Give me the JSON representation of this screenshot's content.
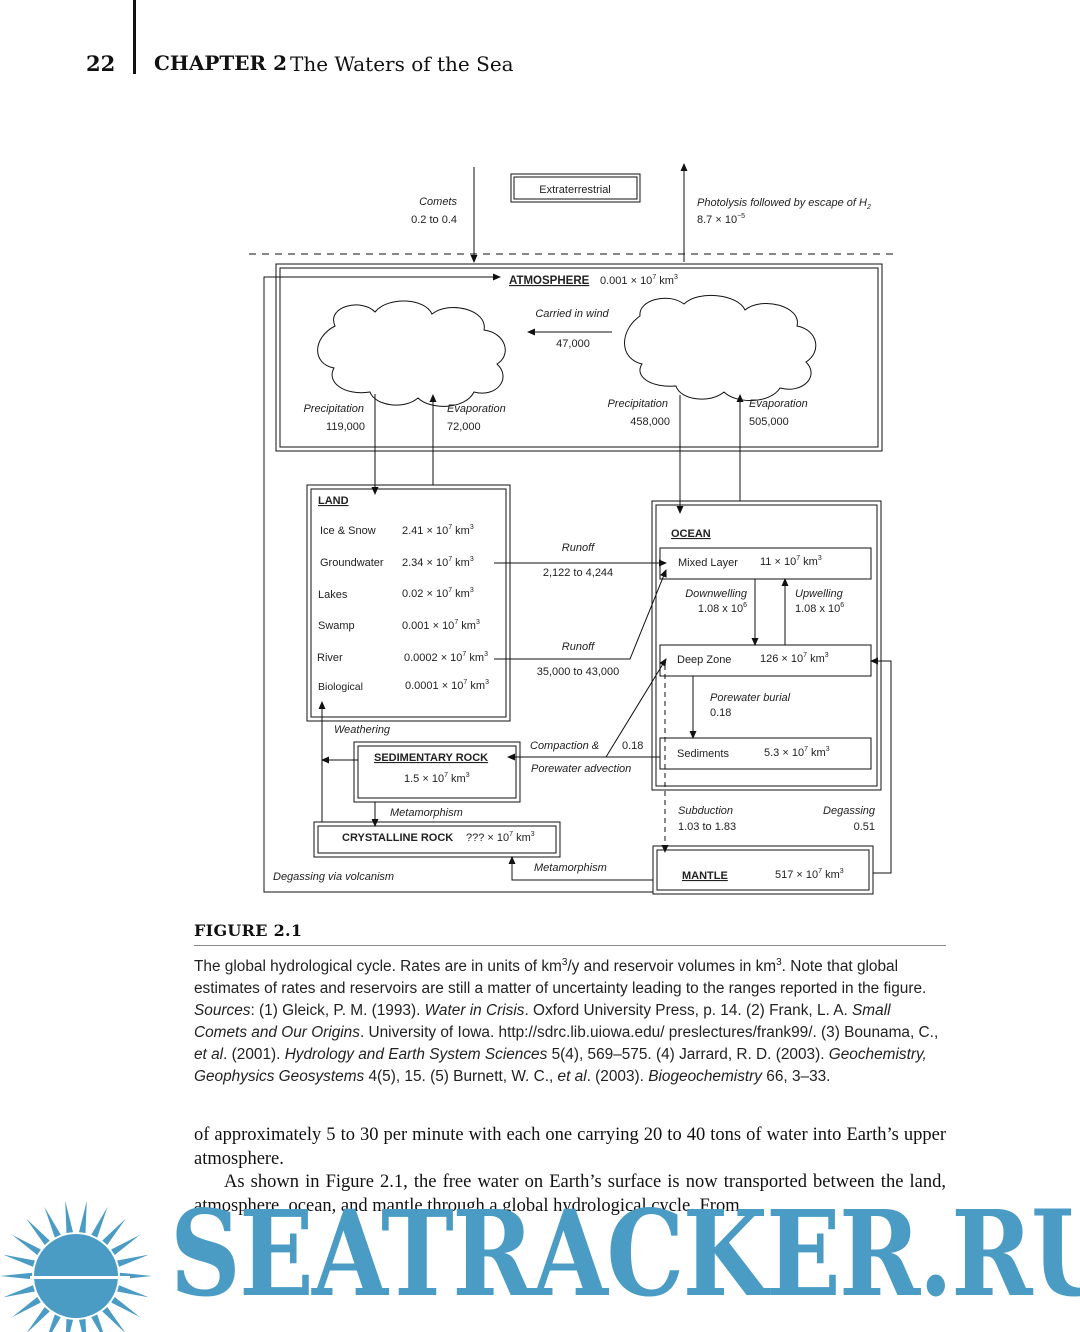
{
  "header": {
    "page_number": "22",
    "chapter_label": "CHAPTER 2",
    "chapter_title": "The Waters of the Sea"
  },
  "diagram": {
    "extraterrestrial": "Extraterrestrial",
    "comets_label": "Comets",
    "comets_rate": "0.2 to 0.4",
    "photolysis_label": "Photolysis followed by escape of H",
    "photolysis_sub": "2",
    "photolysis_rate": "8.7 × 10",
    "photolysis_exp": "−5",
    "atmosphere": {
      "name": "ATMOSPHERE",
      "volume": "0.001 × 10",
      "exp": "7",
      "unit": " km",
      "unit_exp": "3"
    },
    "wind_label": "Carried in wind",
    "wind_rate": "47,000",
    "land_precip_label": "Precipitation",
    "land_precip_rate": "119,000",
    "land_evap_label": "Evaporation",
    "land_evap_rate": "72,000",
    "ocean_precip_label": "Precipitation",
    "ocean_precip_rate": "458,000",
    "ocean_evap_label": "Evaporation",
    "ocean_evap_rate": "505,000",
    "land": {
      "name": "LAND",
      "rows": [
        {
          "label": "Ice & Snow",
          "value": "2.41 × 10"
        },
        {
          "label": "Groundwater",
          "value": "2.34 × 10"
        },
        {
          "label": "Lakes",
          "value": "0.02 × 10"
        },
        {
          "label": "Swamp",
          "value": "0.001 × 10"
        },
        {
          "label": "River",
          "value": "0.0002 × 10"
        },
        {
          "label": "Biological",
          "value": "0.0001 × 10"
        }
      ]
    },
    "exp7": "7",
    "km": " km",
    "exp3": "3",
    "runoff1_label": "Runoff",
    "runoff1_rate": "2,122 to 4,244",
    "runoff2_label": "Runoff",
    "runoff2_rate": "35,000 to 43,000",
    "ocean": {
      "name": "OCEAN"
    },
    "mixed_layer": {
      "label": "Mixed Layer",
      "value": "11 × 10"
    },
    "downwelling_label": "Downwelling",
    "downwelling_rate": "1.08 x 10",
    "downwelling_exp": "6",
    "upwelling_label": "Upwelling",
    "upwelling_rate": "1.08 x 10",
    "upwelling_exp": "6",
    "deep_zone": {
      "label": "Deep Zone",
      "value": "126 × 10"
    },
    "porewater_burial_label": "Porewater burial",
    "porewater_burial_rate": "0.18",
    "sediments": {
      "label": "Sediments",
      "value": "5.3 × 10"
    },
    "compaction_label": "Compaction &",
    "compaction_rate": "0.18",
    "porewater_advection_label": "Porewater advection",
    "weathering_label": "Weathering",
    "sedimentary_rock": {
      "name": "SEDIMENTARY ROCK",
      "value": "1.5 × 10"
    },
    "metamorphism1_label": "Metamorphism",
    "crystalline_rock": {
      "name": "CRYSTALLINE ROCK",
      "value": "??? × 10"
    },
    "metamorphism2_label": "Metamorphism",
    "subduction_label": "Subduction",
    "subduction_rate": "1.03 to 1.83",
    "degassing_label": "Degassing",
    "degassing_rate": "0.51",
    "mantle": {
      "name": "MANTLE",
      "value": "517 × 10"
    },
    "volcanism_label": "Degassing via volcanism"
  },
  "figure": {
    "label": "FIGURE 2.1",
    "caption_parts": [
      {
        "t": "The global hydrological cycle. Rates are in units of km"
      },
      {
        "t": "3",
        "sup": true
      },
      {
        "t": "/y and reservoir volumes in km"
      },
      {
        "t": "3",
        "sup": true
      },
      {
        "t": ". Note that global estimates of rates and reservoirs are still a matter of uncertainty leading to the ranges reported in the figure. "
      },
      {
        "t": "Sources",
        "i": true
      },
      {
        "t": ": (1) Gleick, P. M. (1993). "
      },
      {
        "t": "Water in Crisis",
        "i": true
      },
      {
        "t": ". Oxford University Press, p. 14. (2) Frank, L. A. "
      },
      {
        "t": "Small Comets and Our Origins",
        "i": true
      },
      {
        "t": ". University of Iowa. http://sdrc.lib.uiowa.edu/ preslectures/frank99/. (3) Bounama, C., "
      },
      {
        "t": "et al",
        "i": true
      },
      {
        "t": ". (2001). "
      },
      {
        "t": "Hydrology and Earth System Sciences",
        "i": true
      },
      {
        "t": " 5(4), 569–575. (4) Jarrard, R. D. (2003). "
      },
      {
        "t": "Geochemistry, Geophysics Geosystems",
        "i": true
      },
      {
        "t": " 4(5), 15. (5) Burnett, W. C., "
      },
      {
        "t": "et al",
        "i": true
      },
      {
        "t": ". (2003). "
      },
      {
        "t": "Biogeochemistry",
        "i": true
      },
      {
        "t": " 66, 3–33."
      }
    ]
  },
  "body": {
    "paragraph1": "of approximately 5 to 30 per minute with each one carrying 20 to 40 tons of water into Earth’s upper atmosphere.",
    "paragraph2": "As shown in Figure 2.1, the free water on Earth’s surface is now transported between the land, atmosphere, ocean, and mantle through a global hydrological cycle. From"
  },
  "watermark": {
    "text": "SEATRACKER.RU",
    "color": "#4a9cc4"
  }
}
